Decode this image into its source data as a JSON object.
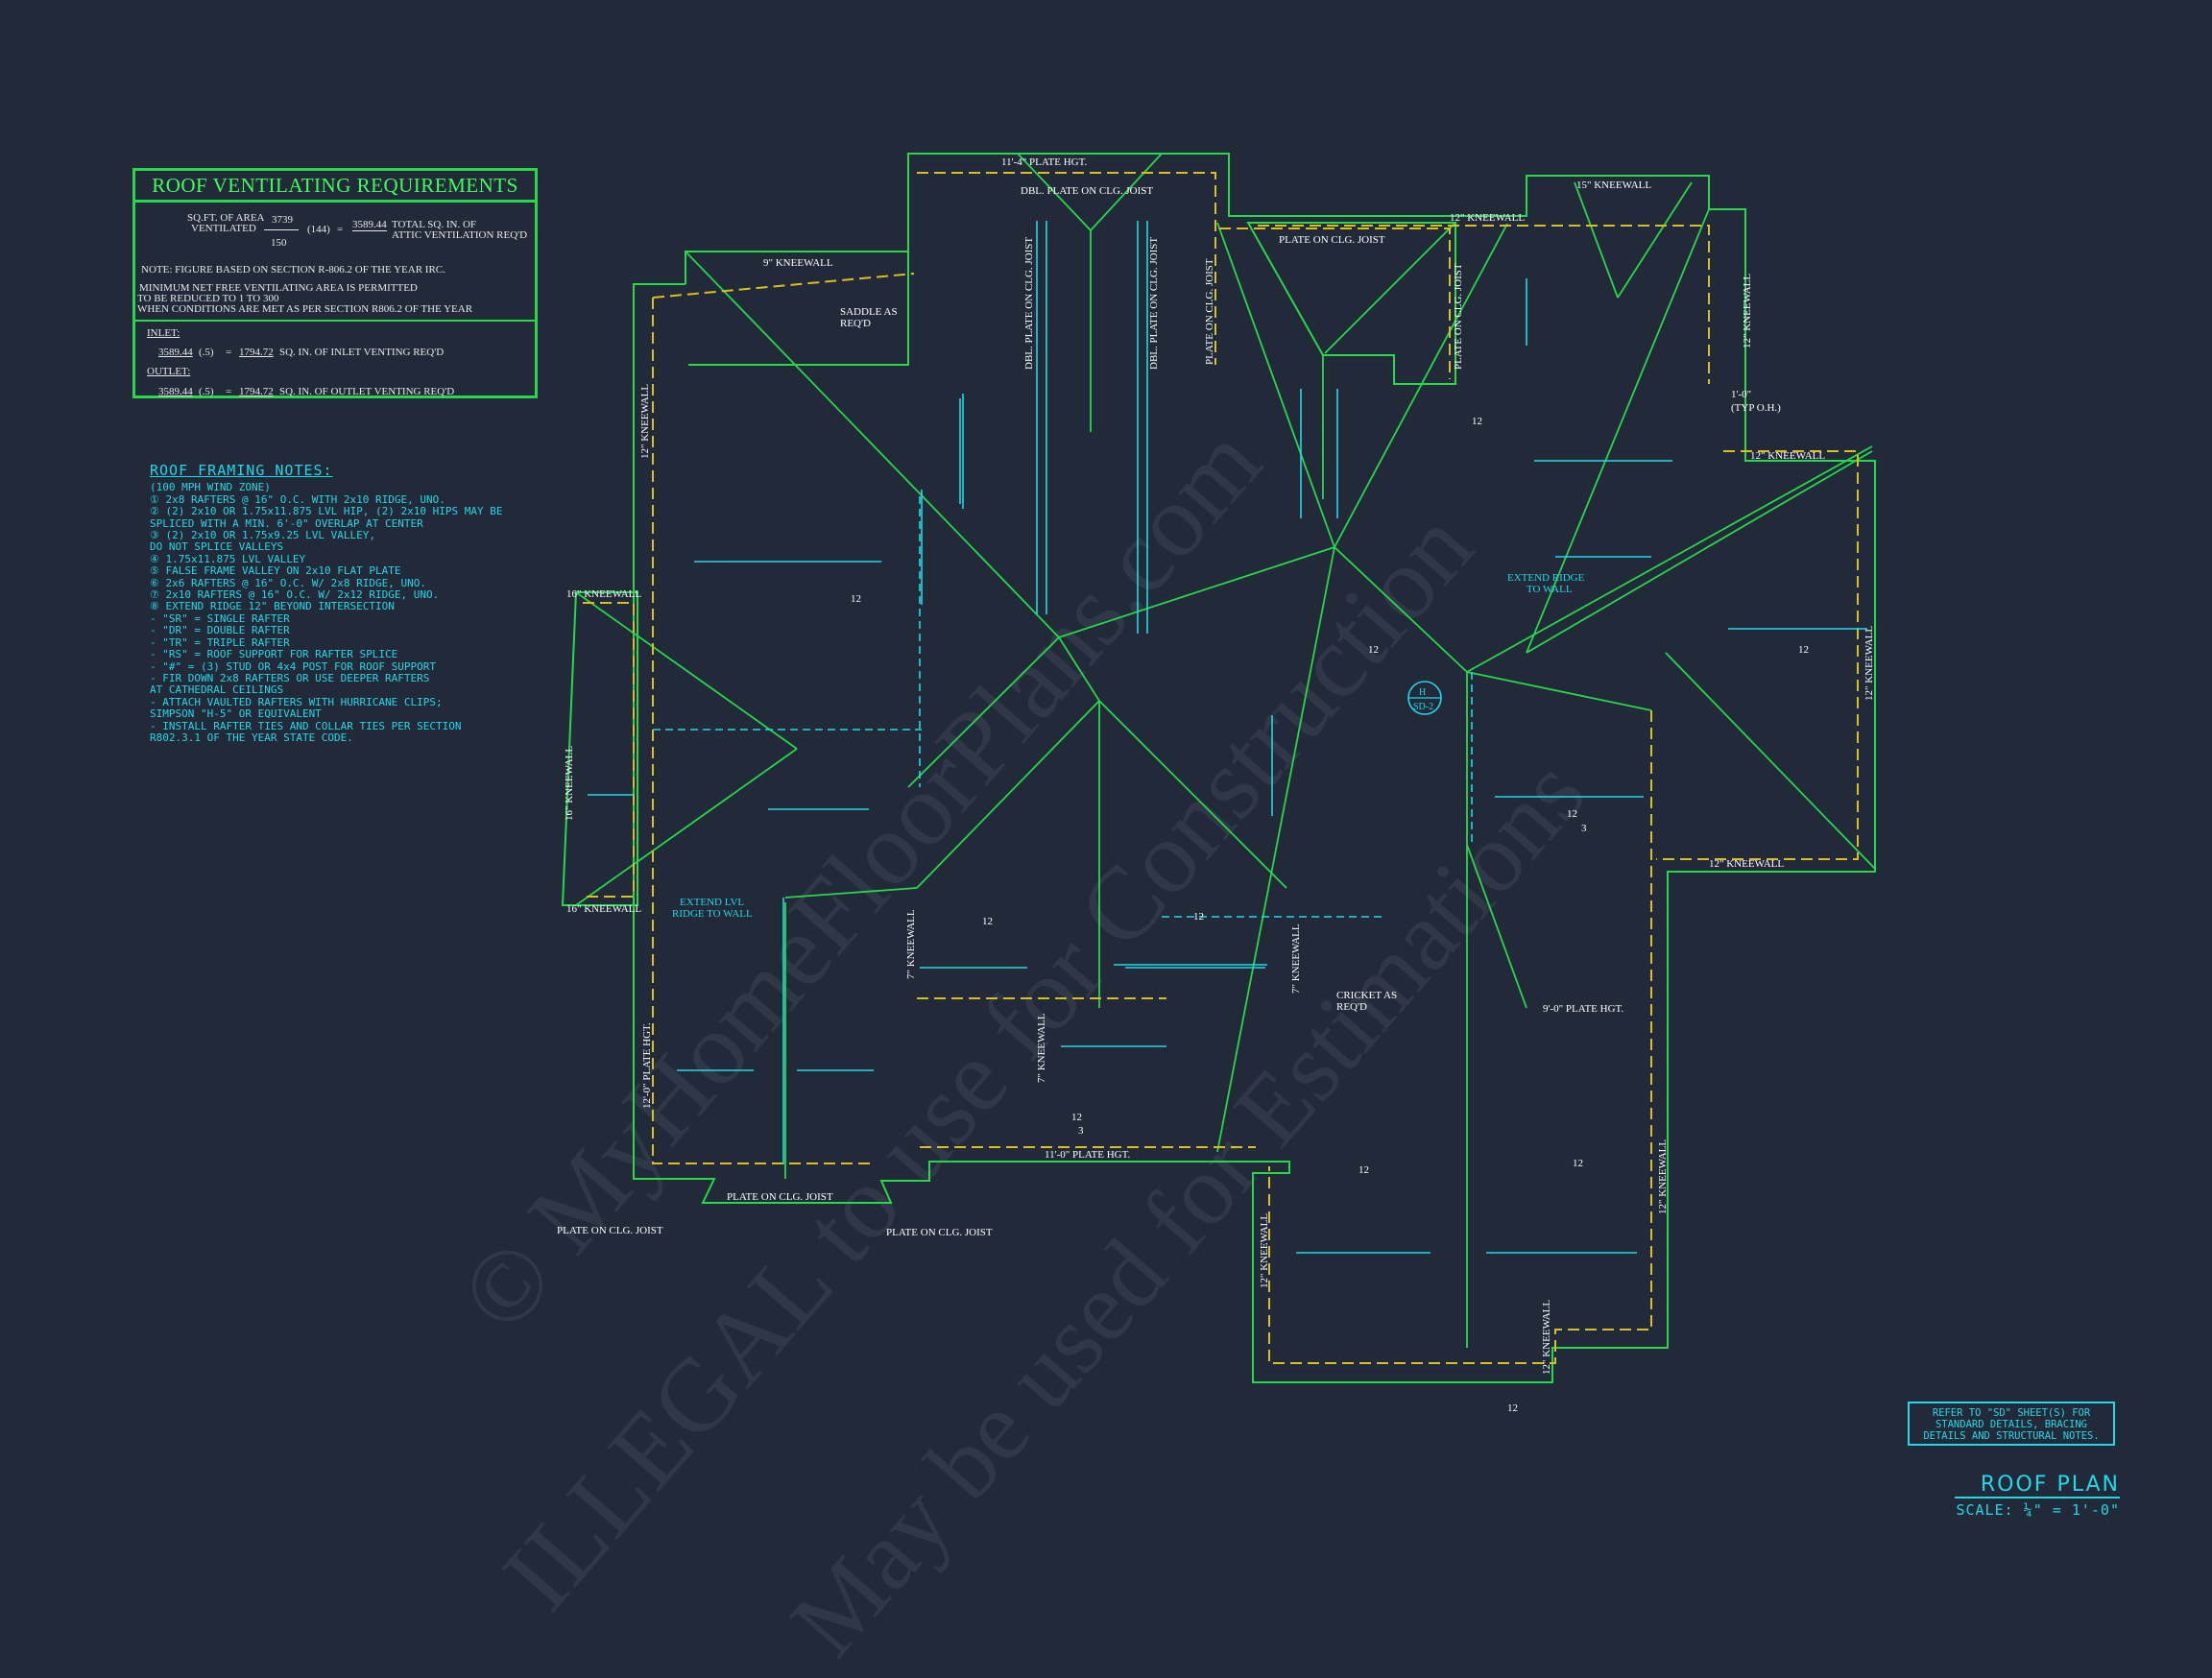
{
  "vent": {
    "title": "ROOF VENTILATING REQUIREMENTS",
    "sq_ft_label": "SQ.FT. OF AREA",
    "ventilated_label": "VENTILATED",
    "numerator": "3739",
    "denominator": "150",
    "multiplier": "(144)",
    "equals": "=",
    "total": "3589.44",
    "total_label": "TOTAL SQ. IN. OF",
    "attic_label": "ATTIC VENTILATION REQ'D",
    "note1": "NOTE: FIGURE BASED ON SECTION R-806.2 OF THE YEAR IRC.",
    "note2": "MINIMUM  NET FREE VENTILATING AREA IS PERMITTED",
    "note3": "TO BE REDUCED TO 1 TO 300",
    "note4": "WHEN CONDITIONS ARE MET AS PER SECTION R806.2 OF THE YEAR",
    "inlet_label": "INLET:",
    "inlet_value": "3589.44",
    "factor": "(.5)",
    "inlet_result": "1794.72",
    "inlet_text": "SQ. IN.  OF INLET VENTING REQ'D",
    "outlet_label": "OUTLET:",
    "outlet_value": "3589.44",
    "outlet_result": "1794.72",
    "outlet_text": "SQ. IN.  OF OUTLET VENTING REQ'D"
  },
  "notes": {
    "title": "ROOF FRAMING NOTES:",
    "lines": [
      "  (100 MPH WIND ZONE)",
      "① 2x8 RAFTERS @ 16\" O.C. WITH 2x10 RIDGE, UNO.",
      "② (2) 2x10 OR 1.75x11.875 LVL HIP, (2) 2x10 HIPS MAY BE",
      "   SPLICED WITH A MIN. 6'-0\" OVERLAP AT CENTER",
      "③ (2) 2x10 OR 1.75x9.25 LVL VALLEY,",
      "   DO NOT SPLICE VALLEYS",
      "④ 1.75x11.875 LVL VALLEY",
      "⑤ FALSE FRAME VALLEY ON 2x10 FLAT PLATE",
      "⑥ 2x6 RAFTERS @ 16\" O.C. W/ 2x8 RIDGE, UNO.",
      "⑦ 2x10 RAFTERS @ 16\" O.C. W/ 2x12 RIDGE, UNO.",
      "⑧ EXTEND RIDGE 12\" BEYOND INTERSECTION",
      "-  \"SR\" = SINGLE RAFTER",
      "-  \"DR\" = DOUBLE RAFTER",
      "-  \"TR\" = TRIPLE RAFTER",
      "-  \"RS\" = ROOF SUPPORT FOR RAFTER SPLICE",
      "-  \"#\"  = (3) STUD OR 4x4 POST FOR ROOF SUPPORT",
      "-  FIR DOWN 2x8 RAFTERS OR USE DEEPER RAFTERS",
      "   AT CATHEDRAL CEILINGS",
      "-  ATTACH VAULTED RAFTERS WITH HURRICANE CLIPS;",
      "   SIMPSON \"H-5\" OR EQUIVALENT",
      "-  INSTALL RAFTER TIES AND COLLAR TIES PER SECTION",
      "   R802.3.1 OF THE YEAR STATE CODE."
    ]
  },
  "ref_note": [
    "REFER TO \"SD\" SHEET(S) FOR",
    "STANDARD DETAILS, BRACING",
    "DETAILS AND STRUCTURAL NOTES."
  ],
  "title_block": {
    "title": "ROOF PLAN",
    "scale": "SCALE: ¼\" = 1'-0\""
  },
  "watermark": [
    "© MyHomeFloorPlans.com",
    "ILLEGAL to use for Construction",
    "May be used for Estimations"
  ],
  "plan_labels": {
    "plate_11_4": "11'-4\" PLATE HGT.",
    "dbl_plate": "DBL. PLATE ON CLG. JOIST",
    "plate_on_clg": "PLATE ON CLG. JOIST",
    "kw12": "12\" KNEEWALL",
    "kw15": "15\" KNEEWALL",
    "kw16": "16\" KNEEWALL",
    "kw9": "9\" KNEEWALL",
    "kw7": "7\" KNEEWALL",
    "typ_oh": "(TYP O.H.)",
    "oh": "1'-0\"",
    "saddle": "SADDLE AS",
    "reqd": "REQ'D",
    "cricket": "CRICKET AS",
    "extend_ridge": "EXTEND RIDGE",
    "to_wall": "TO WALL",
    "extend_lvl": "EXTEND LVL",
    "ridge_to_wall": "RIDGE TO WALL",
    "plate_12_0": "12'-0\" PLATE HGT.",
    "plate_11_0": "11'-0\" PLATE HGT.",
    "plate_9_0": "9'-0\" PLATE HGT.",
    "detail_tag_top": "H",
    "detail_tag_bottom": "SD-2",
    "pitch_run": "12",
    "pitch_rise": "3"
  },
  "colors": {
    "background": "#222939",
    "wall": "#27d84a",
    "structure": "#22d8e8",
    "plate": "#d8c020",
    "text": "#ffffff"
  }
}
